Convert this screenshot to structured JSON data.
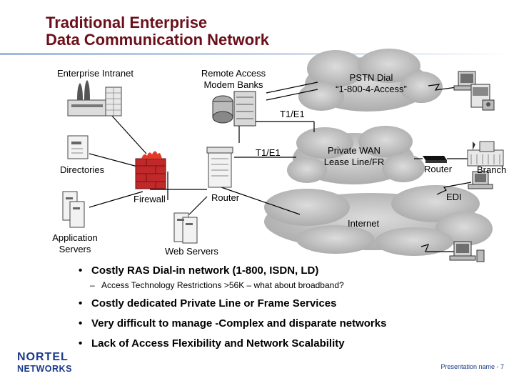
{
  "title": {
    "line1": "Traditional Enterprise",
    "line2": "Data Communication Network"
  },
  "diagram": {
    "enterprise_intranet": "Enterprise Intranet",
    "remote_access": [
      "Remote Access",
      "Modem Banks"
    ],
    "pstn": [
      "PSTN Dial",
      "“1-800-4-Access”"
    ],
    "t1e1_top": "T1/E1",
    "t1e1_mid": "T1/E1",
    "private_wan": [
      "Private WAN",
      "Lease Line/FR"
    ],
    "router_branch": "Router",
    "branch": "Branch",
    "directories": "Directories",
    "firewall": "Firewall",
    "router_main": "Router",
    "edi": "EDI",
    "internet": "Internet",
    "application_servers": [
      "Application",
      "Servers"
    ],
    "web_servers": "Web Servers"
  },
  "bullets": [
    {
      "level": 1,
      "text": "Costly RAS Dial-in network (1-800, ISDN, LD)"
    },
    {
      "level": 2,
      "text": "Access Technology Restrictions >56K – what about broadband?"
    },
    {
      "level": 1,
      "text": "Costly dedicated Private Line or Frame Services"
    },
    {
      "level": 1,
      "text": "Very difficult to manage -Complex and disparate networks"
    },
    {
      "level": 1,
      "text": "Lack of Access Flexibility and Network Scalability"
    }
  ],
  "logo": {
    "line1": "NORTEL",
    "line2": "NETWORKS"
  },
  "footer": "Presentation name - 7",
  "colors": {
    "title": "#6b0f1a",
    "cloud": "#b9b9b9",
    "firewall": "#c0282a",
    "footer": "#1a3a8a"
  }
}
